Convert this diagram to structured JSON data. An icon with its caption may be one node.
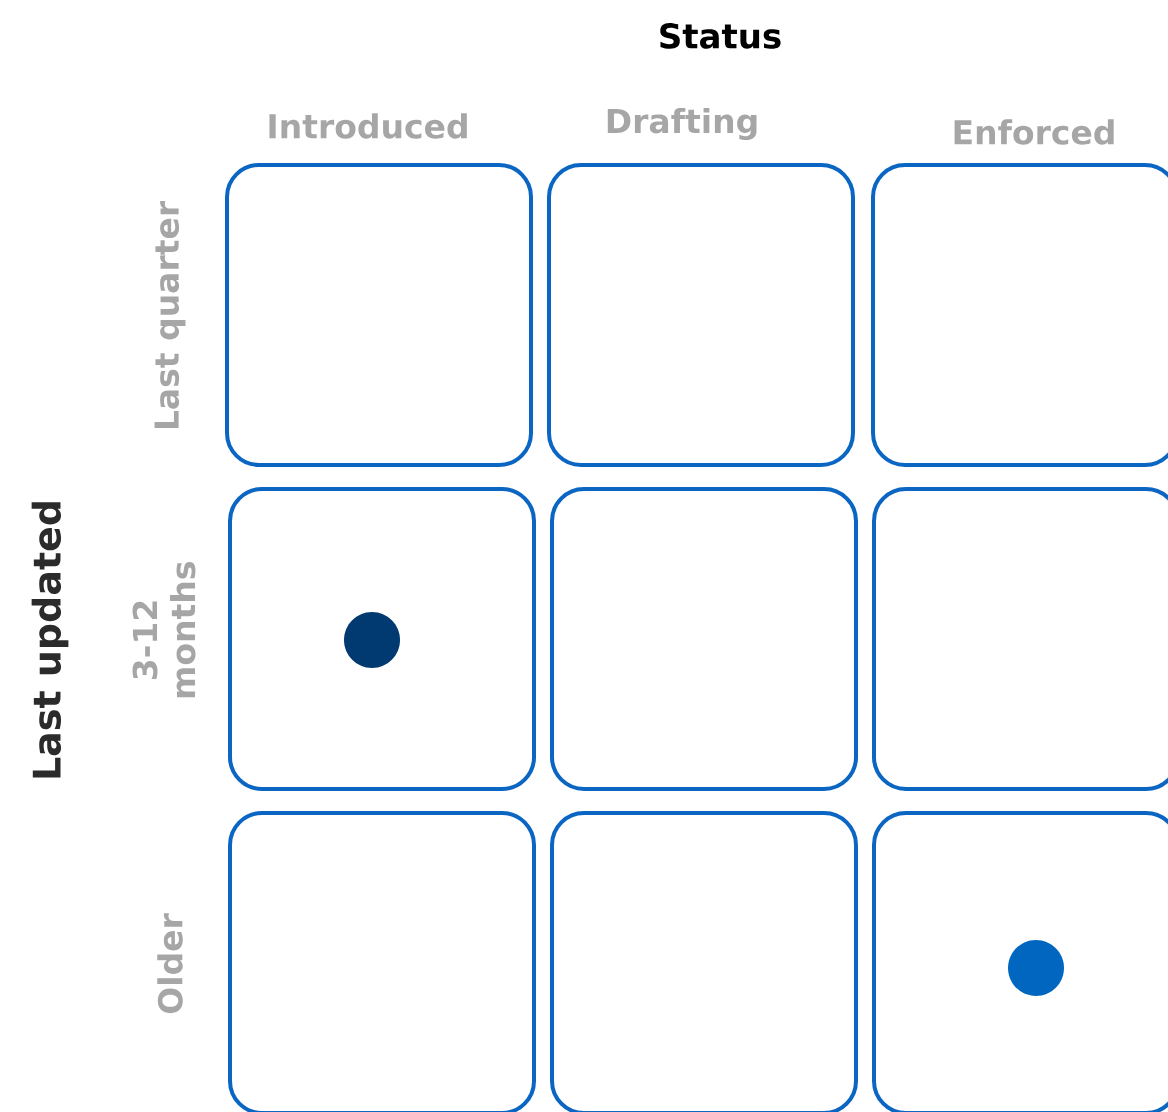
{
  "diagram": {
    "nodes": [
      {
        "text": [],
        "shape": "box"
      },
      {
        "text": [],
        "shape": "box"
      },
      {
        "text": [],
        "shape": "box"
      },
      {
        "text": [],
        "shape": "box"
      },
      {
        "text": [],
        "shape": "box"
      },
      {
        "text": [],
        "shape": "box"
      },
      {
        "text": [],
        "shape": "box"
      },
      {
        "text": [],
        "shape": "box"
      },
      {
        "text": [],
        "shape": "box"
      },
      {
        "text": [],
        "shape": "circle",
        "in": 3
      },
      {
        "text": [],
        "shape": "circle",
        "in": 8
      }
    ],
    "labels": [
      "Status",
      "Introduced",
      "Drafting",
      "Enforced",
      "Last updated",
      "Last quarter",
      "3-12 months",
      "Older"
    ]
  }
}
